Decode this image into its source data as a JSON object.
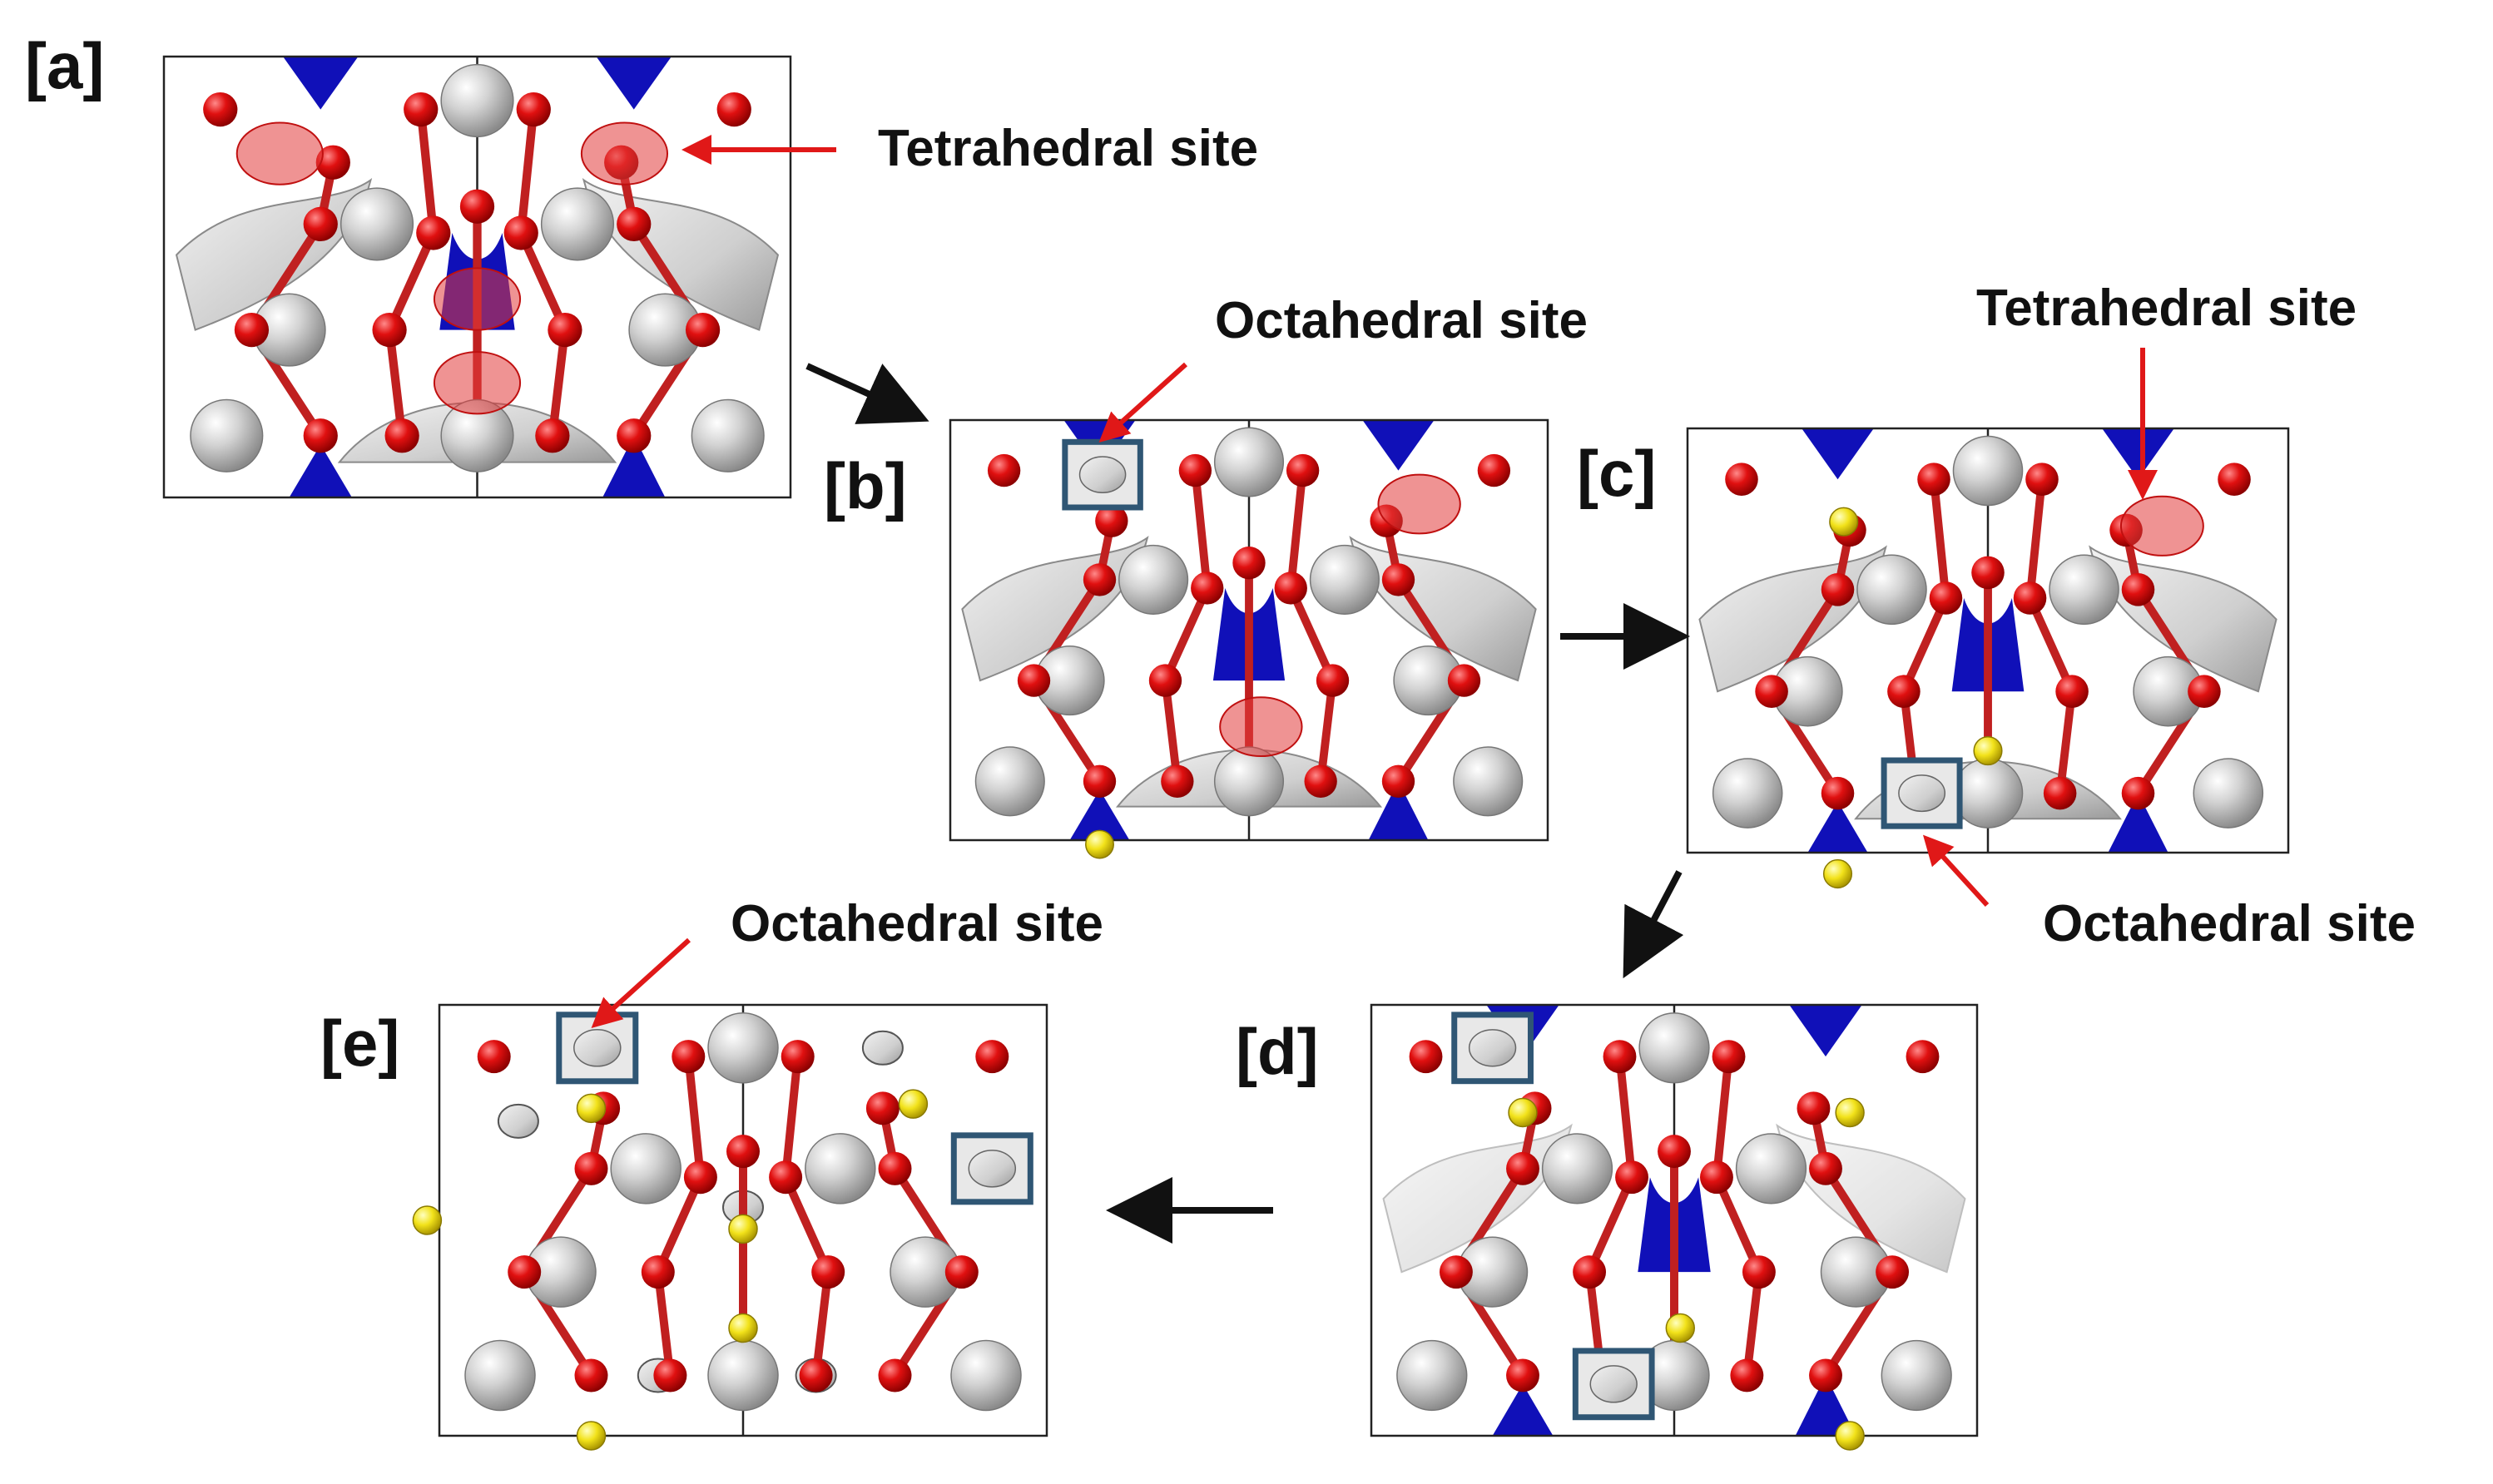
{
  "panels": {
    "a": {
      "label": "[a]"
    },
    "b": {
      "label": "[b]"
    },
    "c": {
      "label": "[c]"
    },
    "d": {
      "label": "[d]"
    },
    "e": {
      "label": "[e]"
    }
  },
  "annotations": {
    "a_tetrahedral": "Tetrahedral site",
    "b_octahedral": "Octahedral site",
    "c_tetrahedral": "Tetrahedral site",
    "c_octahedral": "Octahedral site",
    "e_octahedral": "Octahedral site"
  },
  "colors": {
    "metal_atom": "#c8c8c8",
    "oxygen_atom": "#e01010",
    "dopant_atom": "#f2e21a",
    "isosurface_gray": "#d9d9d9",
    "isosurface_blue": "#1010b8",
    "tetrahedral_highlight": "#e23a3a",
    "octahedral_box": "#2f5674",
    "callout_arrow": "#e01818",
    "flow_arrow": "#111111"
  },
  "icons": [
    "flow-arrow-icon",
    "callout-arrow-icon"
  ]
}
